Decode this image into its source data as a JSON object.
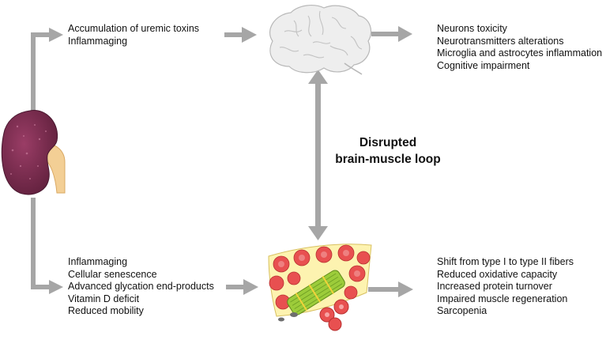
{
  "top_inputs": {
    "items": [
      "Accumulation of uremic toxins",
      "Inflammaging"
    ]
  },
  "brain_effects": {
    "items": [
      "Neurons toxicity",
      "Neurotransmitters alterations",
      "Microglia and astrocytes inflammation",
      "Cognitive impairment"
    ]
  },
  "center_label": {
    "line1": "Disrupted",
    "line2": "brain-muscle loop"
  },
  "bottom_inputs": {
    "items": [
      "Inflammaging",
      "Cellular senescence",
      "Advanced glycation end-products",
      "Vitamin D deficit",
      "Reduced mobility"
    ]
  },
  "muscle_effects": {
    "items": [
      "Shift from type I to type II fibers",
      "Reduced oxidative capacity",
      "Increased protein turnover",
      "Impaired muscle regeneration",
      "Sarcopenia"
    ]
  },
  "colors": {
    "arrow": "#a6a6a6",
    "kidney": "#7b2d4f",
    "ureter": "#f3cf95",
    "brain": "#eeeeee",
    "muscle_fiber": "#e85050",
    "muscle_bg": "#fdf3b0"
  },
  "icons": [
    "kidney-icon",
    "brain-icon",
    "muscle-icon"
  ]
}
